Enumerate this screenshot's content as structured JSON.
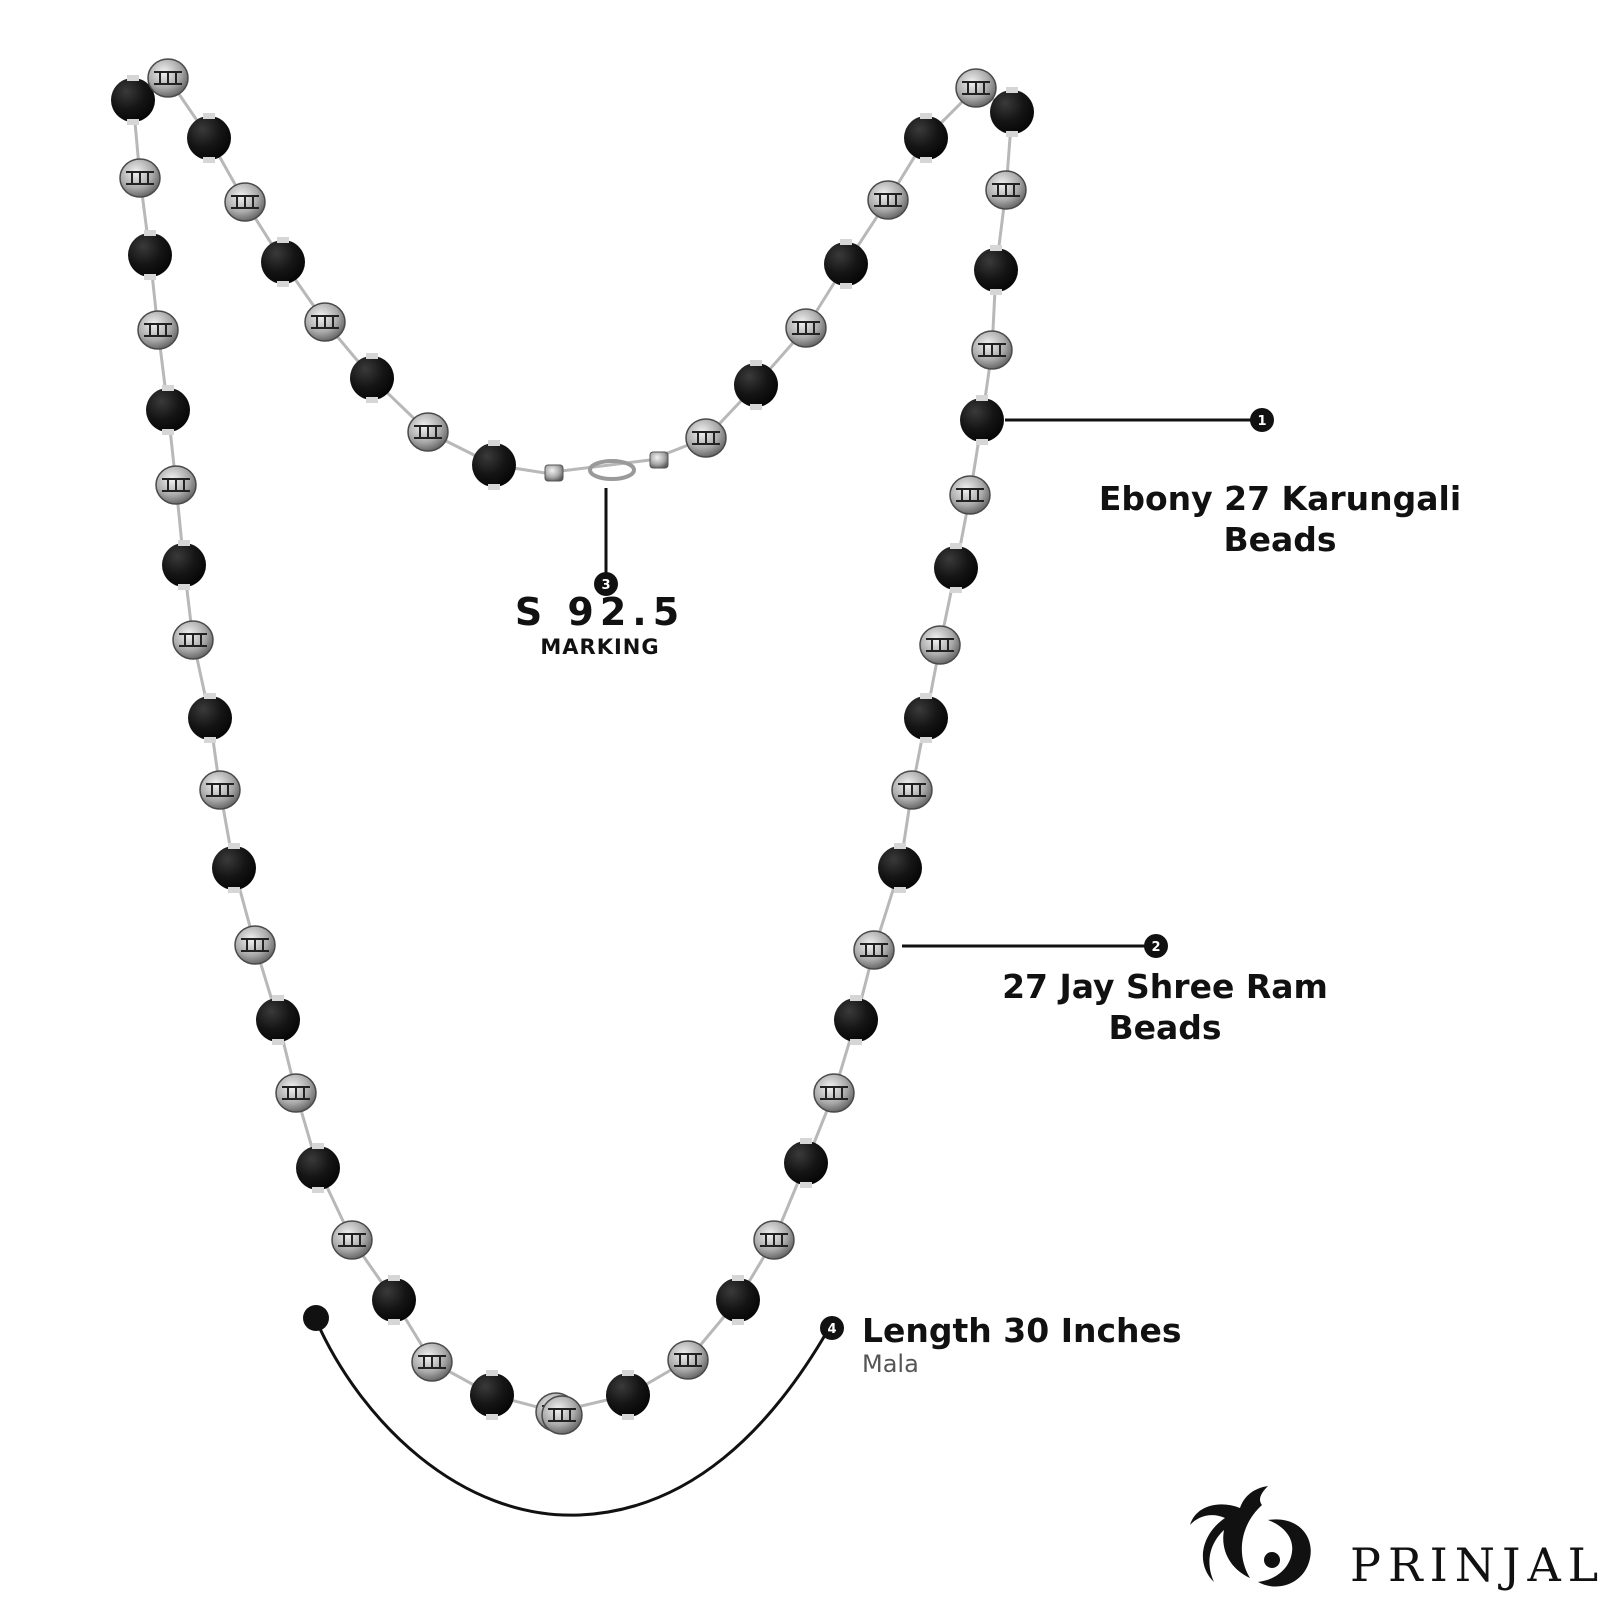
{
  "callouts": {
    "marker_1": "1",
    "marker_2": "2",
    "marker_3": "3",
    "marker_4": "4",
    "karungali_line1": "Ebony 27 Karungali",
    "karungali_line2": "Beads",
    "ram_line1": "27 Jay Shree Ram",
    "ram_line2": "Beads",
    "hallmark_value": "S 92.5",
    "hallmark_label": "MARKING",
    "length_title": "Length 30 Inches",
    "length_sub": "Mala"
  },
  "brand": {
    "name": "PRINJAL",
    "registered": "®"
  },
  "colors": {
    "bead_black": "#141414",
    "silver": "#c9c9c9",
    "text": "#111111",
    "background": "#ffffff"
  }
}
